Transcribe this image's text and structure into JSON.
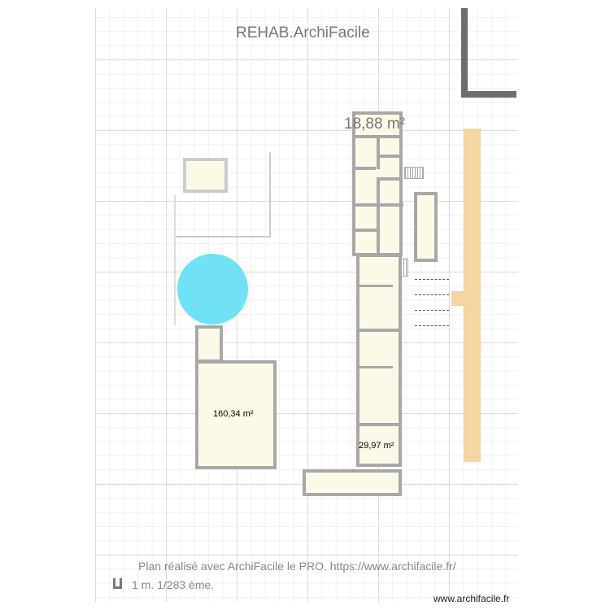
{
  "title": "REHAB.ArchiFacile",
  "areas": {
    "top": "18,88 m²",
    "left": "160,34 m²",
    "bottom": "29,97 m²"
  },
  "footer": {
    "credit": "Plan réalisé avec ArchiFacile le PRO. https://www.archifacile.fr/",
    "scale": "1 m. 1/283 ème.",
    "watermark": "www.archifacile.fr"
  },
  "colors": {
    "wall": "#a8a8a8",
    "room": "#fdf9e8",
    "pool": "#6fe3f5",
    "path": "#f5d5a0"
  }
}
